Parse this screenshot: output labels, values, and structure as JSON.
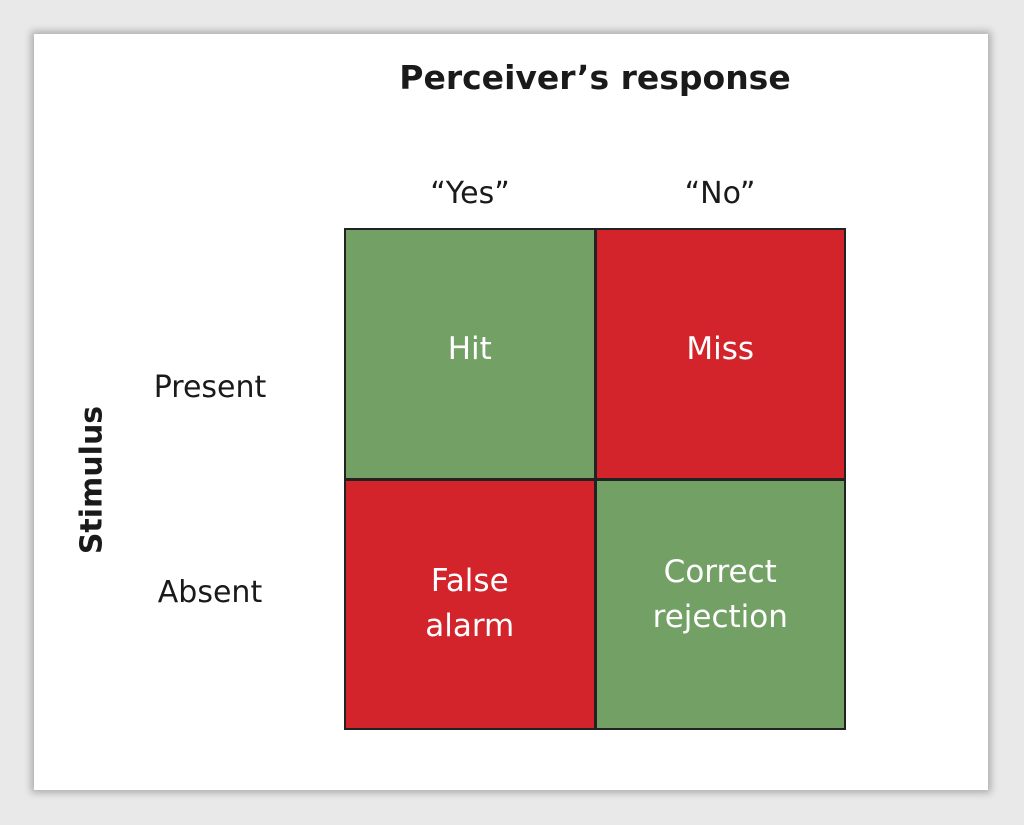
{
  "diagram": {
    "title": "Perceiver’s response",
    "side_title": "Stimulus",
    "columns": [
      "“Yes”",
      "“No”"
    ],
    "rows": [
      "Present",
      "Absent"
    ],
    "cells": [
      {
        "label": "Hit",
        "color": "#73a065"
      },
      {
        "label": "Miss",
        "color": "#d3242c"
      },
      {
        "label": "False\nalarm",
        "color": "#d3242c"
      },
      {
        "label": "Correct\nrejection",
        "color": "#73a065"
      }
    ]
  }
}
